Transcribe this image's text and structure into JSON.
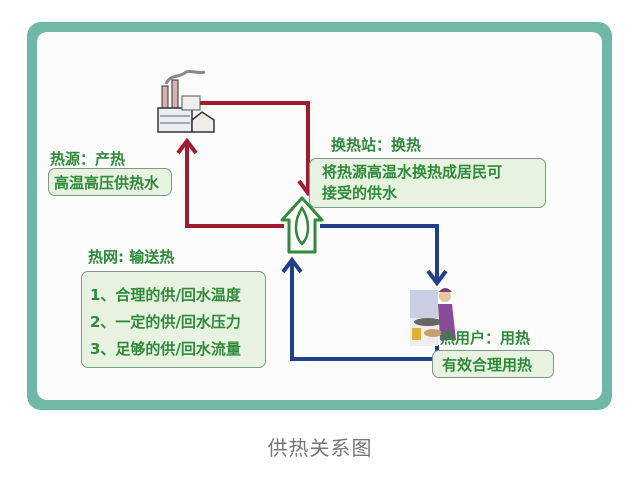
{
  "heat_source": {
    "title": "热源：产热",
    "desc": "高温高压供热水"
  },
  "exchange_station": {
    "title": "换热站：换热",
    "desc_lines": [
      "将热源高温水换热成居民可",
      "接受的供水"
    ]
  },
  "heat_network": {
    "title": "热网: 输送热",
    "items": [
      "1、合理的供/回水温度",
      "2、一定的供/回水压力",
      "3、足够的供/回水流量"
    ]
  },
  "heat_user": {
    "title": "热用户：用热",
    "desc": "有效合理用热"
  },
  "caption": "供热关系图",
  "colors": {
    "supply": "#a01c2c",
    "return": "#22408a",
    "text": "#2f8a3a",
    "frame": "#6fb8a6"
  }
}
